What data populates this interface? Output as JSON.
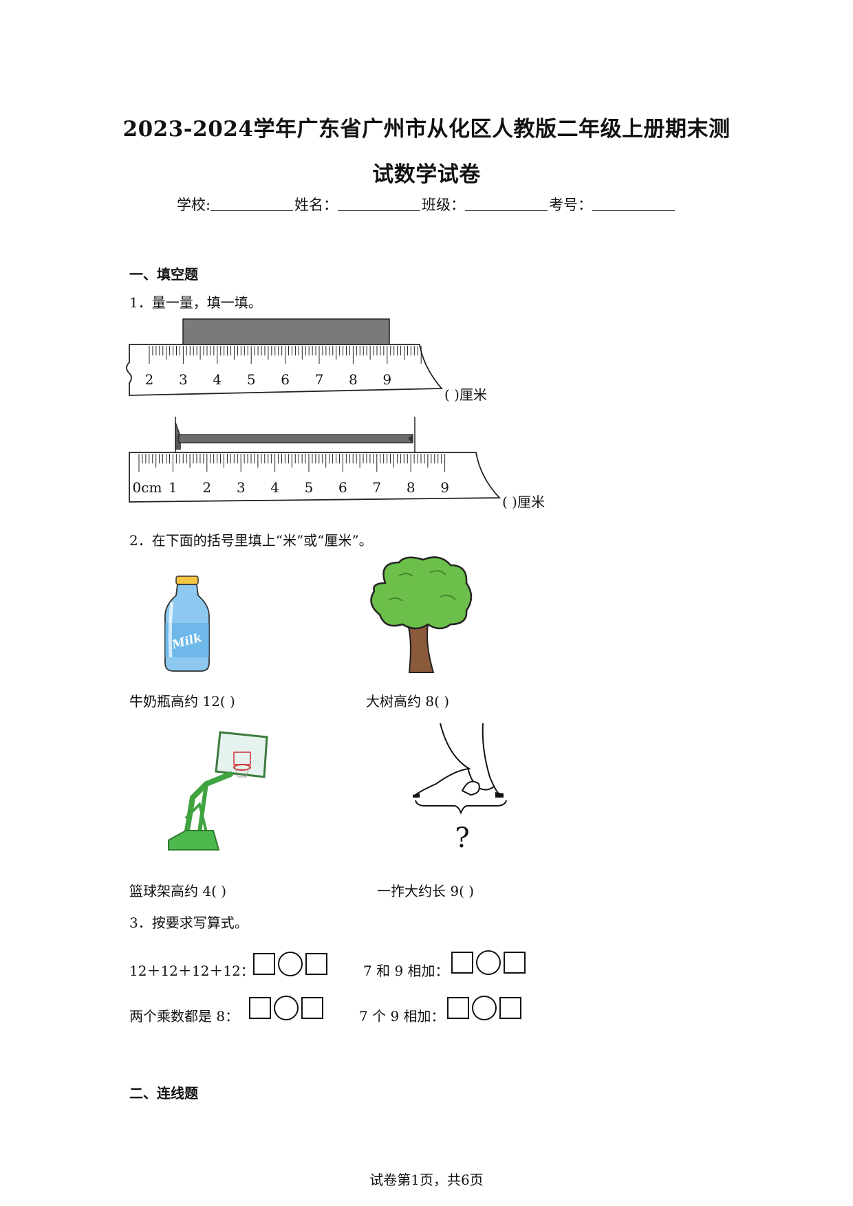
{
  "title": {
    "line1": "2023-2024学年广东省广州市从化区人教版二年级上册期末测",
    "line2": "试数学试卷"
  },
  "info": {
    "school": "学校:",
    "name": "姓名：",
    "class": "班级：",
    "number": "考号："
  },
  "section1": {
    "title": "一、填空题"
  },
  "q1": {
    "text": "1．量一量，填一填。",
    "ruler1_labels": [
      "2",
      "3",
      "4",
      "5",
      "6",
      "7",
      "8",
      "9"
    ],
    "ruler2_labels": [
      "0cm",
      "1",
      "2",
      "3",
      "4",
      "5",
      "6",
      "7",
      "8",
      "9"
    ],
    "answer1": "(                )厘米",
    "answer2": "(                )厘米"
  },
  "q2": {
    "text": "2．在下面的括号里填上“米”或“厘米”。",
    "bottle_label": "Milk",
    "caption_bottle": "牛奶瓶高约 12(            )",
    "caption_tree": "大树高约 8(            )",
    "caption_hoop": "篮球架高约 4(            )",
    "caption_hand": "一拃大约长 9(            )",
    "hand_question": "?"
  },
  "q3": {
    "text": "3．按要求写算式。",
    "item1": "12＋12＋12＋12：",
    "item2": "7 和 9 相加：",
    "item3": "两个乘数都是 8：",
    "item4": "7 个 9 相加："
  },
  "section2": {
    "title": "二、连线题"
  },
  "footer": "试卷第1页，共6页"
}
